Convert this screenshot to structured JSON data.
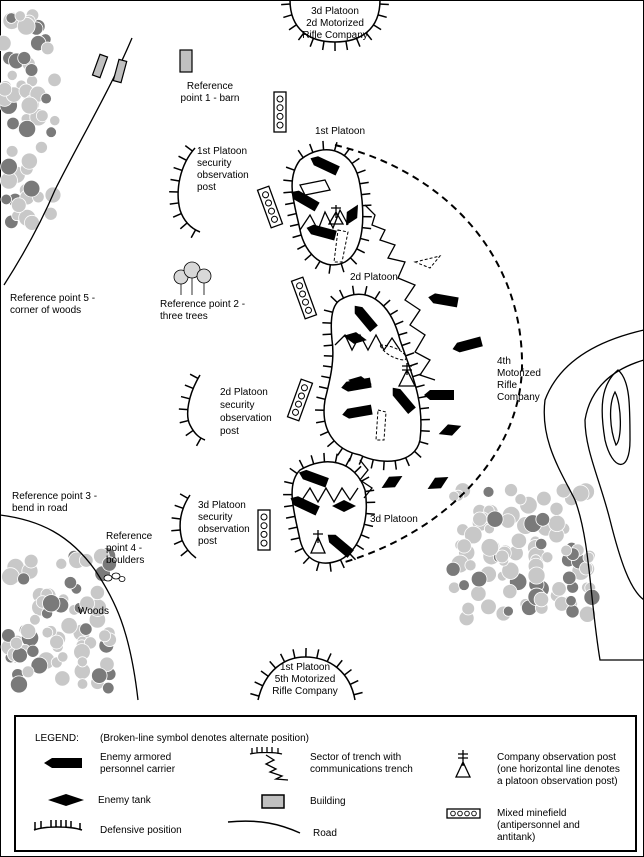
{
  "labels": {
    "top_company": [
      "3d Platoon",
      "2d Motorized",
      "Rifle Company"
    ],
    "ref1": [
      "Reference",
      "point 1 - barn"
    ],
    "first_platoon": "1st Platoon",
    "first_op": [
      "1st Platoon",
      "security",
      "observation",
      "post"
    ],
    "second_platoon": "2d Platoon",
    "ref2": [
      "Reference point 2 -",
      "three trees"
    ],
    "ref5": [
      "Reference point 5 -",
      "corner of woods"
    ],
    "fourth_company": [
      "4th",
      "Motorized",
      "Rifle",
      "Company"
    ],
    "second_op": [
      "2d Platoon",
      "security",
      "observation",
      "post"
    ],
    "ref3": [
      "Reference point 3 -",
      "bend in road"
    ],
    "third_op": [
      "3d Platoon",
      "security",
      "observation",
      "post"
    ],
    "ref4": [
      "Reference",
      "point 4 -",
      "boulders"
    ],
    "third_platoon": "3d Platoon",
    "woods": "Woods",
    "bottom_company": [
      "1st Platoon",
      "5th Motorized",
      "Rifle Company"
    ]
  },
  "legend": {
    "title": "LEGEND:",
    "note": "(Broken-line symbol denotes alternate position)",
    "apc": [
      "Enemy armored",
      "personnel carrier"
    ],
    "tank": "Enemy tank",
    "defensive": "Defensive position",
    "trench": [
      "Sector of trench with",
      "communications trench"
    ],
    "building": "Building",
    "road": "Road",
    "company_op": [
      "Company observation post",
      "(one horizontal line denotes",
      "a platoon observation post)"
    ],
    "minefield": [
      "Mixed minefield",
      "(antipersonnel and",
      "antitank)"
    ]
  },
  "colors": {
    "ink": "#000000",
    "woods": "#c8c8c8",
    "woods_dark": "#7a7a7a",
    "building": "#c0c0c0"
  }
}
